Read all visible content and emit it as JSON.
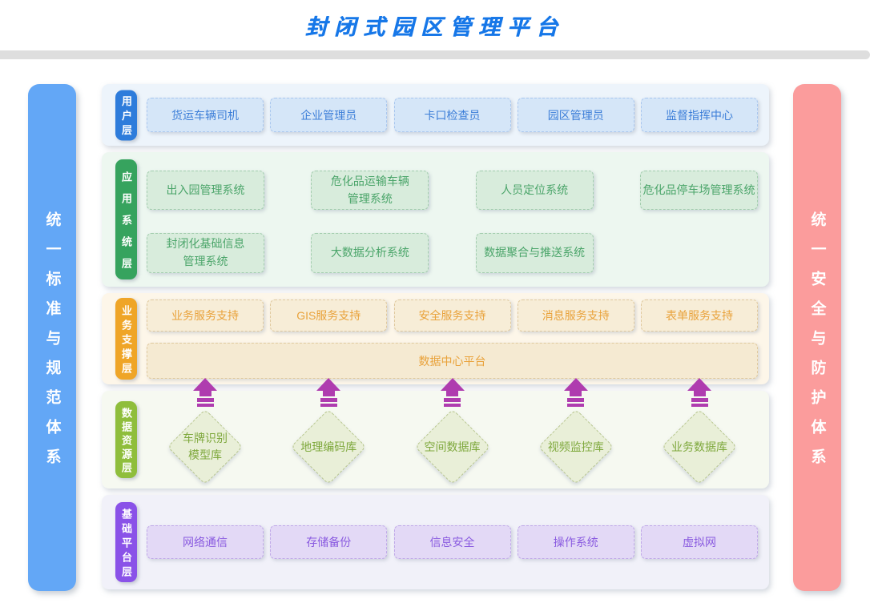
{
  "title": "封闭式园区管理平台",
  "left_pillar": {
    "text": "统一标准与规范体系"
  },
  "right_pillar": {
    "text": "统一安全与防护体系"
  },
  "layers": [
    {
      "label": "用户层",
      "items": [
        "货运车辆司机",
        "企业管理员",
        "卡口检查员",
        "园区管理员",
        "监督指挥中心"
      ]
    },
    {
      "label": "应用系统层",
      "items": [
        "出入园管理系统",
        "危化品运输车辆管理系统",
        "人员定位系统",
        "危化品停车场管理系统",
        "封闭化基础信息管理系统",
        "大数据分析系统",
        "数据聚合与推送系统"
      ]
    },
    {
      "label": "业务支撑层",
      "items": [
        "业务服务支持",
        "GIS服务支持",
        "安全服务支持",
        "消息服务支持",
        "表单服务支持"
      ],
      "platform_bar": "数据中心平台"
    },
    {
      "label": "数据资源层",
      "items": [
        "车牌识别模型库",
        "地理编码库",
        "空间数据库",
        "视频监控库",
        "业务数据库"
      ]
    },
    {
      "label": "基础平台层",
      "items": [
        "网络通信",
        "存储备份",
        "信息安全",
        "操作系统",
        "虚拟网"
      ]
    }
  ],
  "palette": {
    "title_blue": "#1677E8",
    "divider_gray": "#DEDEDE",
    "left_pillar_blue": "#63A7F6",
    "right_pillar_pink": "#FB9C9C",
    "user_layer_blue": "#2E7CDB",
    "app_layer_green": "#36A35E",
    "biz_layer_orange": "#EFA527",
    "data_layer_green": "#8FBE3C",
    "base_layer_purple": "#8A52E8",
    "arrow_magenta": "#AF3CAF"
  }
}
